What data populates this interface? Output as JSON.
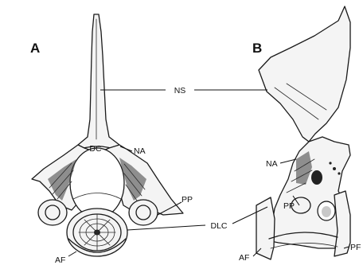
{
  "panels": [
    {
      "id": "A",
      "label": "A"
    },
    {
      "id": "B",
      "label": "B"
    }
  ],
  "labels": {
    "ns": "NS",
    "dc": "DC",
    "na_a": "NA",
    "pp_a": "PP",
    "dlc": "DLC",
    "af_a": "AF",
    "na_b": "NA",
    "pp_b": "PP",
    "af_b": "AF",
    "pf_b": "PF"
  }
}
